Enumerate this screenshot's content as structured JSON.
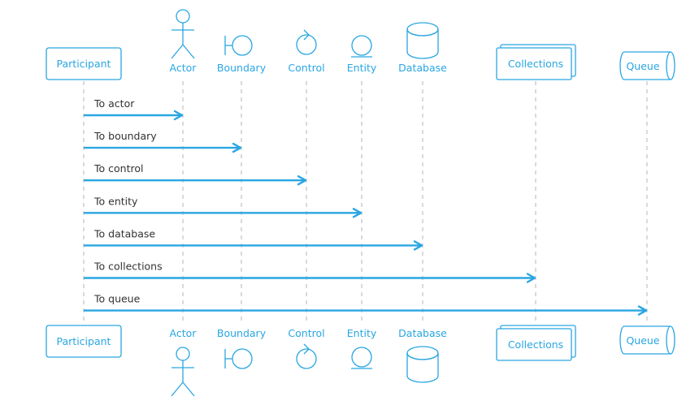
{
  "colors": {
    "accent": "#29a6e2",
    "lifeline": "#b5b5b5",
    "message_text": "#333333",
    "background": "#ffffff"
  },
  "participants": [
    {
      "id": "participant",
      "type": "participant",
      "label": "Participant"
    },
    {
      "id": "actor",
      "type": "actor",
      "label": "Actor"
    },
    {
      "id": "boundary",
      "type": "boundary",
      "label": "Boundary"
    },
    {
      "id": "control",
      "type": "control",
      "label": "Control"
    },
    {
      "id": "entity",
      "type": "entity",
      "label": "Entity"
    },
    {
      "id": "database",
      "type": "database",
      "label": "Database"
    },
    {
      "id": "collections",
      "type": "collections",
      "label": "Collections"
    },
    {
      "id": "queue",
      "type": "queue",
      "label": "Queue"
    }
  ],
  "messages": [
    {
      "from": "participant",
      "to": "actor",
      "label": "To actor"
    },
    {
      "from": "participant",
      "to": "boundary",
      "label": "To boundary"
    },
    {
      "from": "participant",
      "to": "control",
      "label": "To control"
    },
    {
      "from": "participant",
      "to": "entity",
      "label": "To entity"
    },
    {
      "from": "participant",
      "to": "database",
      "label": "To database"
    },
    {
      "from": "participant",
      "to": "collections",
      "label": "To collections"
    },
    {
      "from": "participant",
      "to": "queue",
      "label": "To queue"
    }
  ]
}
